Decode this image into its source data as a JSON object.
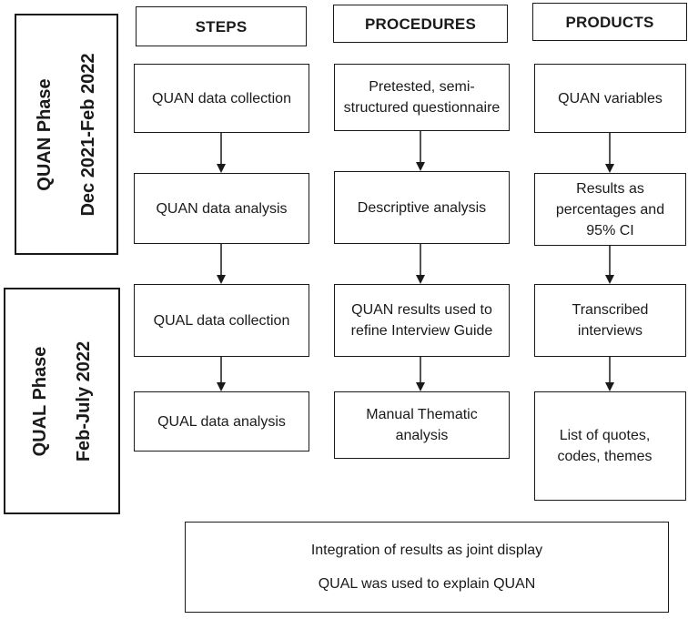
{
  "headers": {
    "steps": "STEPS",
    "procedures": "PROCEDURES",
    "products": "PRODUCTS"
  },
  "phases": {
    "quan": {
      "name": "QUAN Phase",
      "dates": "Dec 2021-Feb 2022"
    },
    "qual": {
      "name": "QUAL Phase",
      "dates": "Feb-July 2022"
    }
  },
  "steps": {
    "quan_collection": "QUAN data collection",
    "quan_analysis": "QUAN data analysis",
    "qual_collection": "QUAL data collection",
    "qual_analysis": "QUAL data analysis"
  },
  "procedures": {
    "questionnaire": "Pretested, semi-structured questionnaire",
    "descriptive": "Descriptive analysis",
    "refine_guide": "QUAN results used to refine Interview Guide",
    "thematic": "Manual Thematic analysis"
  },
  "products": {
    "variables": "QUAN variables",
    "results": "Results as percentages and 95% CI",
    "transcribed": "Transcribed interviews",
    "quotes": "List of quotes, codes, themes"
  },
  "integration": {
    "line1": "Integration of results as joint display",
    "line2": "QUAL was used to explain QUAN"
  }
}
